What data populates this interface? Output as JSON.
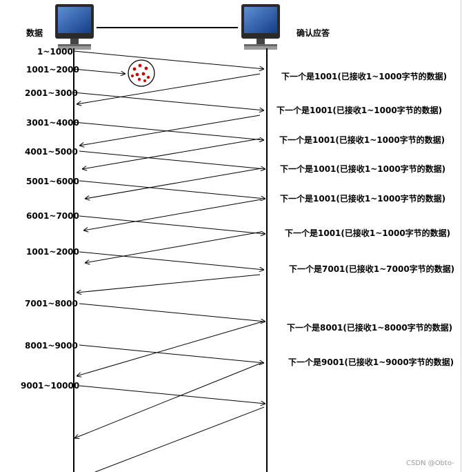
{
  "left_label": "数据",
  "right_label": "确认应答",
  "watermark": "CSDN @Obto-",
  "data_segments": [
    "1~1000",
    "1001~2000",
    "2001~3000",
    "3001~4000",
    "4001~5000",
    "5001~6000",
    "6001~7000",
    "1001~2000",
    "7001~8000",
    "8001~9000",
    "9001~10000"
  ],
  "acks": [
    "下一个是1001(已接收1~1000字节的数据)",
    "下一个是1001(已接收1~1000字节的数据)",
    "下一个是1001(已接收1~1000字节的数据)",
    "下一个是1001(已接收1~1000字节的数据)",
    "下一个是1001(已接收1~1000字节的数据)",
    "下一个是1001(已接收1~1000字节的数据)",
    "下一个是7001(已接收1~7000字节的数据)",
    "下一个是8001(已接收1~8000字节的数据)",
    "下一个是9001(已接收1~9000字节的数据)"
  ],
  "lost_segment_index": 1,
  "colors": {
    "line": "#000000",
    "screen": "#1f4f9e",
    "loss_mark": "#cc0000"
  }
}
